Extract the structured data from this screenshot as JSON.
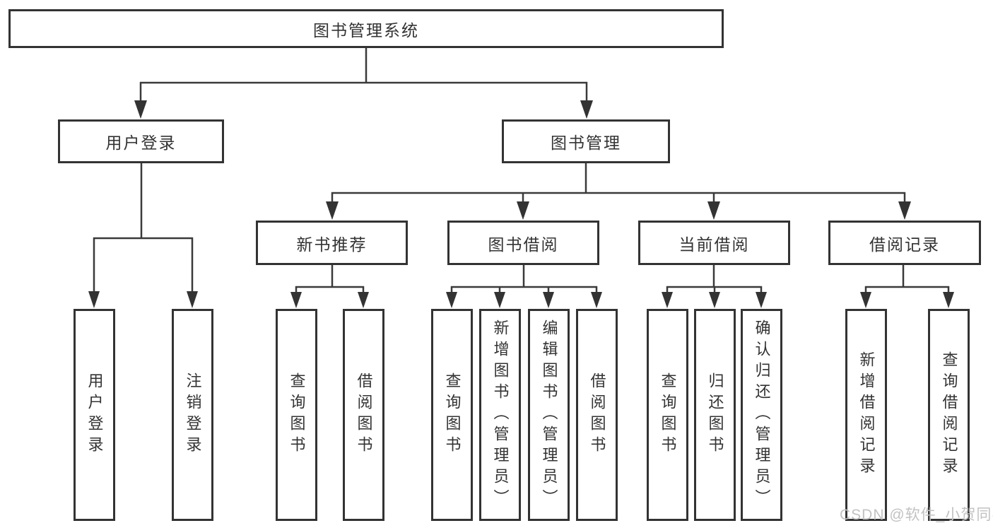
{
  "diagram": {
    "root": "图书管理系统",
    "level2": [
      "用户登录",
      "图书管理"
    ],
    "level3": [
      "新书推荐",
      "图书借阅",
      "当前借阅",
      "借阅记录"
    ],
    "leaves": [
      "用户登录",
      "注销登录",
      "查询图书",
      "借阅图书",
      "查询图书",
      "新增图书（管理员）",
      "编辑图书（管理员）",
      "借阅图书",
      "查询图书",
      "归还图书",
      "确认归还（管理员）",
      "新增借阅记录",
      "查询借阅记录"
    ]
  },
  "watermark": "CSDN @软件_小贺同学",
  "colors": {
    "line": "#3a3a3a",
    "box_border": "#333333",
    "text": "#333333",
    "watermark": "#c2c2c2",
    "background": "#ffffff"
  }
}
